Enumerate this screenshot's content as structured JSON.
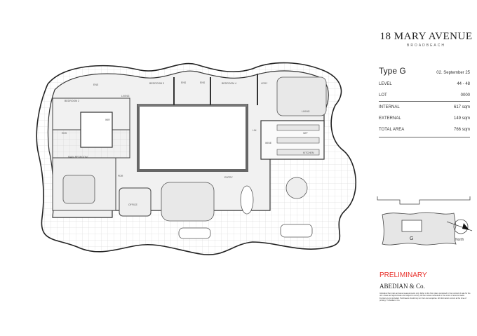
{
  "brand": {
    "title": "18 MARY AVENUE",
    "subtitle": "BROADBEACH",
    "developer": "ABEDIAN & Co."
  },
  "info": {
    "type": "Type G",
    "date": "02. September 25",
    "rows": [
      {
        "label": "LEVEL",
        "value": "44 - 48"
      },
      {
        "label": "LOT",
        "value": "0000"
      },
      {
        "label": "INTERNAL",
        "value": "617 sqm"
      },
      {
        "label": "EXTERNAL",
        "value": "149 sqm"
      },
      {
        "label": "TOTAL AREA",
        "value": "766 sqm"
      }
    ]
  },
  "keyplan": {
    "unit": "G",
    "north": "North"
  },
  "status": "PRELIMINARY",
  "disclaimer": "Indicative floor plan and area measurements only. Refer to the floor plans contained in the contract of sale for the unit. Areas are approximate and subject to survey. All floor areas measured to the centre of external walls. Furniture is not included. Purchasers should rely on their own enquiries. All information correct at the time of printing. © Abedian & Co.",
  "rooms": {
    "bed2": "BEDROOM 2",
    "ens2": "ENS",
    "living1": "LIVING",
    "bed3": "BEDROOM 3",
    "ens3": "ENS",
    "ens4": "ENS",
    "bed4": "BEDROOM 4",
    "ldry": "LDRY",
    "living2": "LIVING",
    "lin": "LIN",
    "wine": "WINE",
    "wip": "WIP",
    "kitchen": "KITCHEN",
    "wir": "WIR",
    "ens1": "ENS",
    "main": "MAIN BEDROOM",
    "pdr": "PDR",
    "office": "OFFICE",
    "entry": "ENTRY"
  }
}
